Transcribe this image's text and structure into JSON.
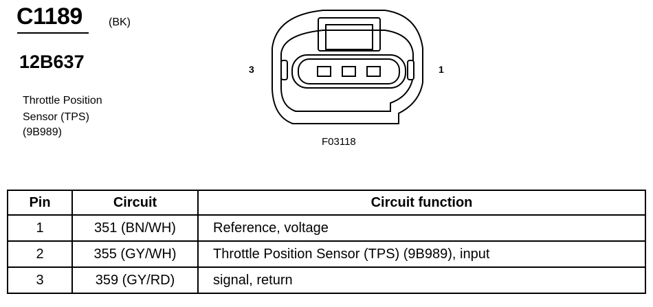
{
  "connector": {
    "id": "C1189",
    "color_code": "(BK)",
    "part_number": "12B637",
    "description_lines": [
      "Throttle Position",
      "Sensor (TPS)",
      "(9B989)"
    ],
    "pin_label_left": "3",
    "pin_label_right": "1",
    "figure_code": "F03118"
  },
  "table": {
    "headers": [
      "Pin",
      "Circuit",
      "Circuit function"
    ],
    "rows": [
      {
        "pin": "1",
        "circuit": "351 (BN/WH)",
        "function": "Reference, voltage"
      },
      {
        "pin": "2",
        "circuit": "355 (GY/WH)",
        "function": "Throttle Position Sensor (TPS) (9B989), input"
      },
      {
        "pin": "3",
        "circuit": "359 (GY/RD)",
        "function": "signal, return"
      }
    ]
  }
}
